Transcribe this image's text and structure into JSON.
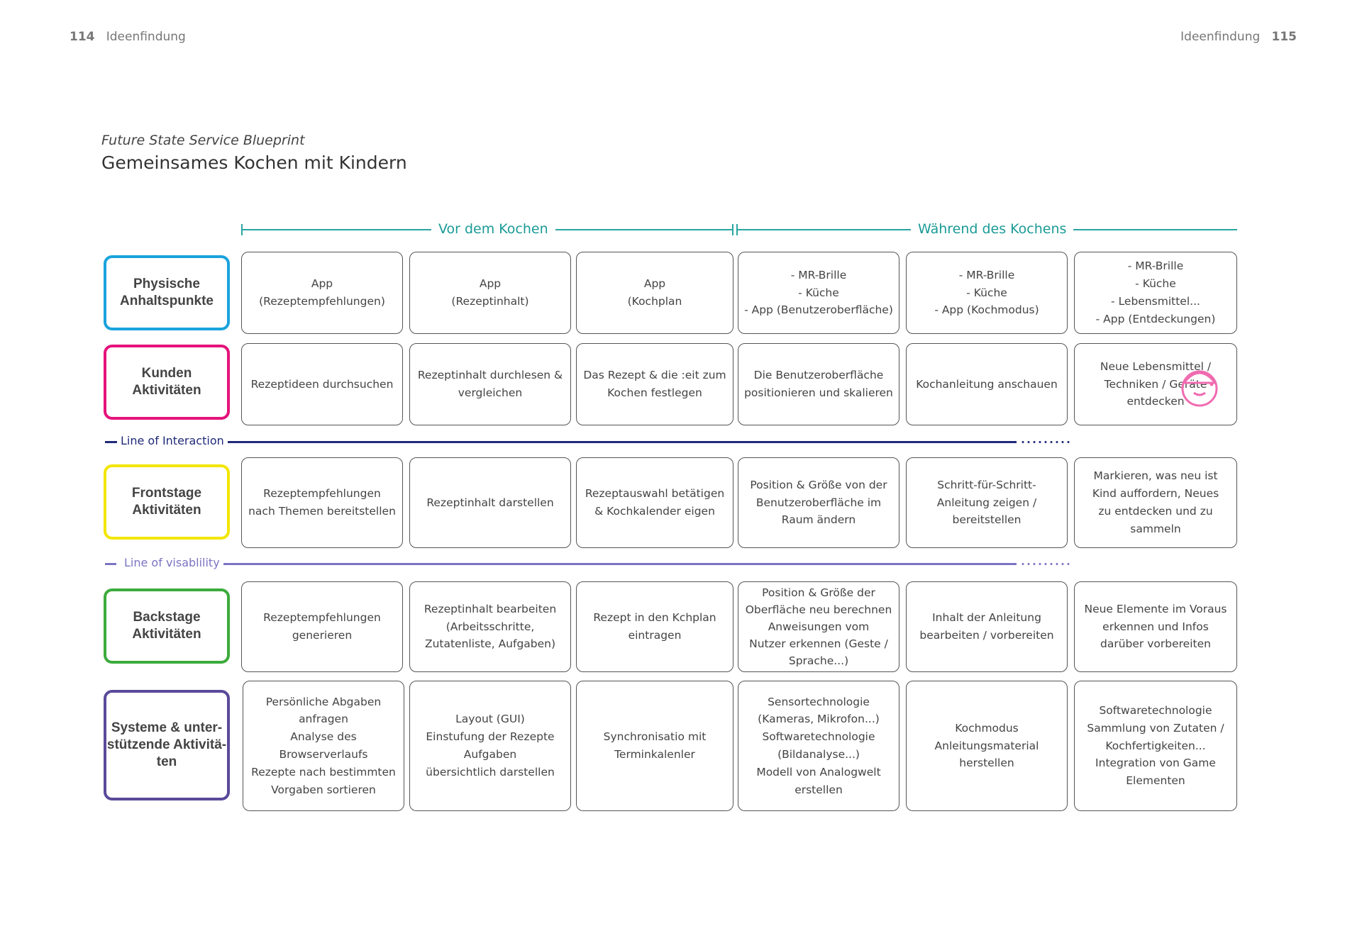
{
  "header": {
    "left_page": "114",
    "left_title": "Ideenfindung",
    "right_title": "Ideenfindung",
    "right_page": "115"
  },
  "subtitle": "Future State Service Blueprint",
  "title": "Gemeinsames Kochen mit Kindern",
  "phases": [
    {
      "label": "Vor dem Kochen"
    },
    {
      "label": "Während des Kochens"
    }
  ],
  "rows": [
    {
      "label": "Physische\nAnhaltspunkte",
      "color": "#1aa3dc",
      "cells": [
        "App\n(Rezeptempfehlungen)",
        "App\n(Rezeptinhalt)",
        "App\n(Kochplan",
        "- MR-Brille\n- Küche\n- App (Benutzeroberfläche)",
        "- MR-Brille\n- Küche\n- App (Kochmodus)",
        "- MR-Brille\n- Küche\n- Lebensmittel...\n- App (Entdeckungen)"
      ]
    },
    {
      "label": "Kunden\nAktivitäten",
      "color": "#e5137a",
      "cells": [
        "Rezeptideen durchsuchen",
        "Rezeptinhalt durchlesen &\nvergleichen",
        "Das Rezept & die :eit zum\nKochen festlegen",
        "Die Benutzeroberfläche\npositionieren und skalieren",
        "Kochanleitung anschauen",
        "Neue Lebensmittel /\nTechniken / Geräte\nentdecken"
      ]
    },
    {
      "label": "Frontstage\nAktivitäten",
      "color": "#f2e600",
      "cells": [
        "Rezeptempfehlungen\nnach Themen bereitstellen",
        "Rezeptinhalt darstellen",
        "Rezeptauswahl betätigen\n& Kochkalender eigen",
        "Position & Größe von der\nBenutzeroberfläche im\nRaum ändern",
        "Schritt-für-Schritt-\nAnleitung zeigen /\nbereitstellen",
        "Markieren, was neu ist\nKind auffordern, Neues\nzu entdecken und zu\nsammeln"
      ]
    },
    {
      "label": "Backstage\nAktivitäten",
      "color": "#3cab3c",
      "cells": [
        "Rezeptempfehlungen\ngenerieren",
        "Rezeptinhalt bearbeiten\n(Arbeitsschritte,\nZutatenliste, Aufgaben)",
        "Rezept in den Kchplan\neintragen",
        "Position & Größe der\nOberfläche neu berechnen\nAnweisungen vom\nNutzer erkennen (Geste /\nSprache...)",
        "Inhalt der Anleitung\nbearbeiten / vorbereiten",
        "Neue Elemente im Voraus\nerkennen und Infos\ndarüber vorbereiten"
      ]
    },
    {
      "label": "Systeme & unter-\nstützende Aktivitä-\nten",
      "color": "#5a4a9a",
      "cells": [
        "Persönliche Abgaben\nanfragen\nAnalyse des\nBrowserverlaufs\nRezepte nach bestimmten\nVorgaben sortieren",
        "Layout (GUI)\nEinstufung der Rezepte\nAufgaben\nübersichtlich darstellen",
        "Synchronisatio mit\nTerminkalenler",
        "Sensortechnologie\n(Kameras, Mikrofon...)\nSoftwaretechnologie\n(Bildanalyse...)\nModell von Analogwelt\nerstellen",
        "Kochmodus\nAnleitungsmaterial\nherstellen",
        "Softwaretechnologie\nSammlung von Zutaten /\nKochfertigkeiten...\nIntegration von Game\nElementen"
      ]
    }
  ],
  "lines": [
    {
      "label": "Line of Interaction",
      "color": "#1f2a78"
    },
    {
      "label": "Line of visablility",
      "color": "#7b74c4"
    }
  ]
}
